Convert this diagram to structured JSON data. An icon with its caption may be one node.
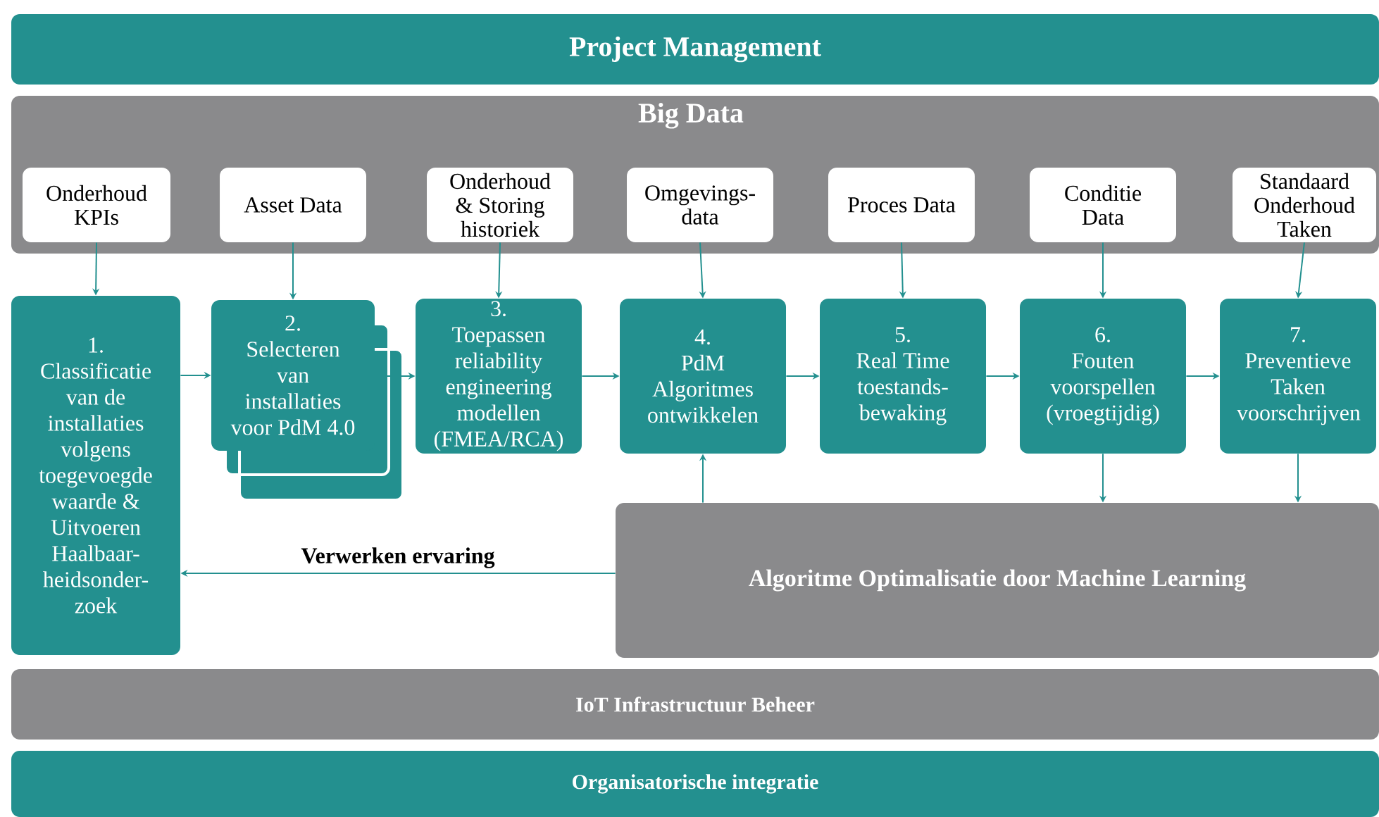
{
  "diagram": {
    "nodes": [
      {
        "text": [
          "Project Management"
        ]
      },
      {
        "text": [
          "Big Data"
        ]
      },
      {
        "text": [
          "Onderhoud KPIs"
        ],
        "in": 1
      },
      {
        "text": [
          "Asset Data"
        ],
        "in": 1
      },
      {
        "text": [
          "Onderhoud & Storing historiek"
        ],
        "in": 1
      },
      {
        "text": [
          "Omgevings- data"
        ],
        "in": 1
      },
      {
        "text": [
          "Proces Data"
        ],
        "in": 1
      },
      {
        "text": [
          "Conditie Data"
        ],
        "in": 1
      },
      {
        "text": [
          "Standaard Onderhoud Taken"
        ],
        "in": 1
      },
      {
        "text": [
          "1.",
          "Classificatie van de installaties volgens toegevoegde waarde & Uitvoeren Haalbaar- heidsonder- zoek"
        ]
      },
      {
        "text": [
          "2.",
          "Selecteren van installaties voor PdM 4.0"
        ]
      },
      {
        "text": [
          "3.",
          "Toepassen reliability engineering modellen (FMEA/RCA)"
        ]
      },
      {
        "text": [
          "4.",
          "PdM Algoritmes ontwikkelen"
        ]
      },
      {
        "text": [
          "5.",
          "Real Time toestands- bewaking"
        ]
      },
      {
        "text": [
          "6.",
          "Fouten voorspellen (vroegtijdig)"
        ]
      },
      {
        "text": [
          "7.",
          "Preventieve Taken voorschrijven"
        ]
      },
      {
        "text": [
          "Algoritme Optimalisatie door Machine Learning"
        ]
      },
      {
        "text": [
          "IoT Infrastructuur Beheer"
        ]
      },
      {
        "text": [
          "Organisatorische integratie"
        ]
      }
    ],
    "edges": [
      {
        "from": 2,
        "to": 9,
        "arrow": "to"
      },
      {
        "from": 3,
        "to": 10,
        "arrow": "to"
      },
      {
        "from": 4,
        "to": 11,
        "arrow": "to"
      },
      {
        "from": 5,
        "to": 12,
        "arrow": "to"
      },
      {
        "from": 6,
        "to": 13,
        "arrow": "to"
      },
      {
        "from": 7,
        "to": 14,
        "arrow": "to"
      },
      {
        "from": 8,
        "to": 15,
        "arrow": "to"
      },
      {
        "from": 9,
        "to": 10,
        "arrow": "to"
      },
      {
        "from": 10,
        "to": 11,
        "arrow": "to"
      },
      {
        "from": 11,
        "to": 12,
        "arrow": "to"
      },
      {
        "from": 12,
        "to": 13,
        "arrow": "to"
      },
      {
        "from": 13,
        "to": 14,
        "arrow": "to"
      },
      {
        "from": 14,
        "to": 15,
        "arrow": "to"
      },
      {
        "from": 16,
        "to": 12,
        "arrow": "to"
      },
      {
        "from": 14,
        "to": 16,
        "arrow": "to"
      },
      {
        "from": 15,
        "to": 16,
        "arrow": "to"
      },
      {
        "from": 16,
        "to": 9,
        "arrow": "to",
        "label": "Verwerken ervaring"
      }
    ]
  }
}
